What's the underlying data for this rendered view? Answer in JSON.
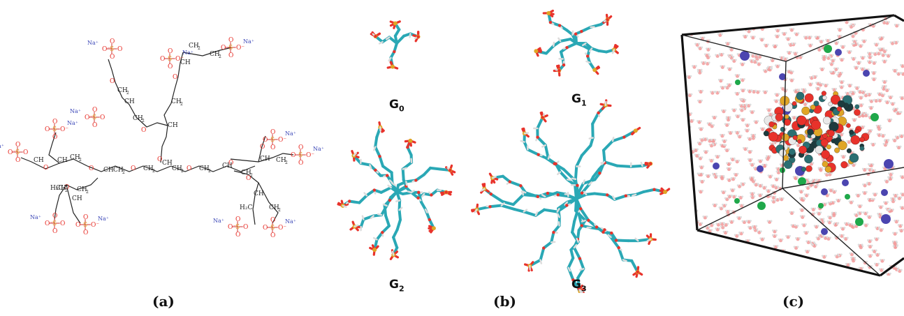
{
  "panels": {
    "a": {
      "caption": "(a)",
      "atoms": {
        "oxygen": "O",
        "sulfur": "S",
        "sodium": "Na⁺",
        "anion_oxygen": "O⁻",
        "ch": "CH",
        "ch2": "CH",
        "sub2": "2",
        "h2c": "H₂C"
      }
    },
    "b": {
      "caption": "(b)",
      "labels": [
        {
          "base": "G",
          "sub": "0"
        },
        {
          "base": "G",
          "sub": "1"
        },
        {
          "base": "G",
          "sub": "2"
        },
        {
          "base": "G",
          "sub": "3"
        }
      ]
    },
    "c": {
      "caption": "(c)"
    }
  },
  "colors": {
    "oxygen": "#e8322b",
    "sulfur": "#e0a526",
    "sodium": "#3d49b8",
    "carbon": "#2aa8b5",
    "hydrogen": "#dcdcdc",
    "ion_blue": "#4b45b0",
    "ion_green": "#1fa84a",
    "water": "#f29a9a",
    "box": "#111111"
  }
}
